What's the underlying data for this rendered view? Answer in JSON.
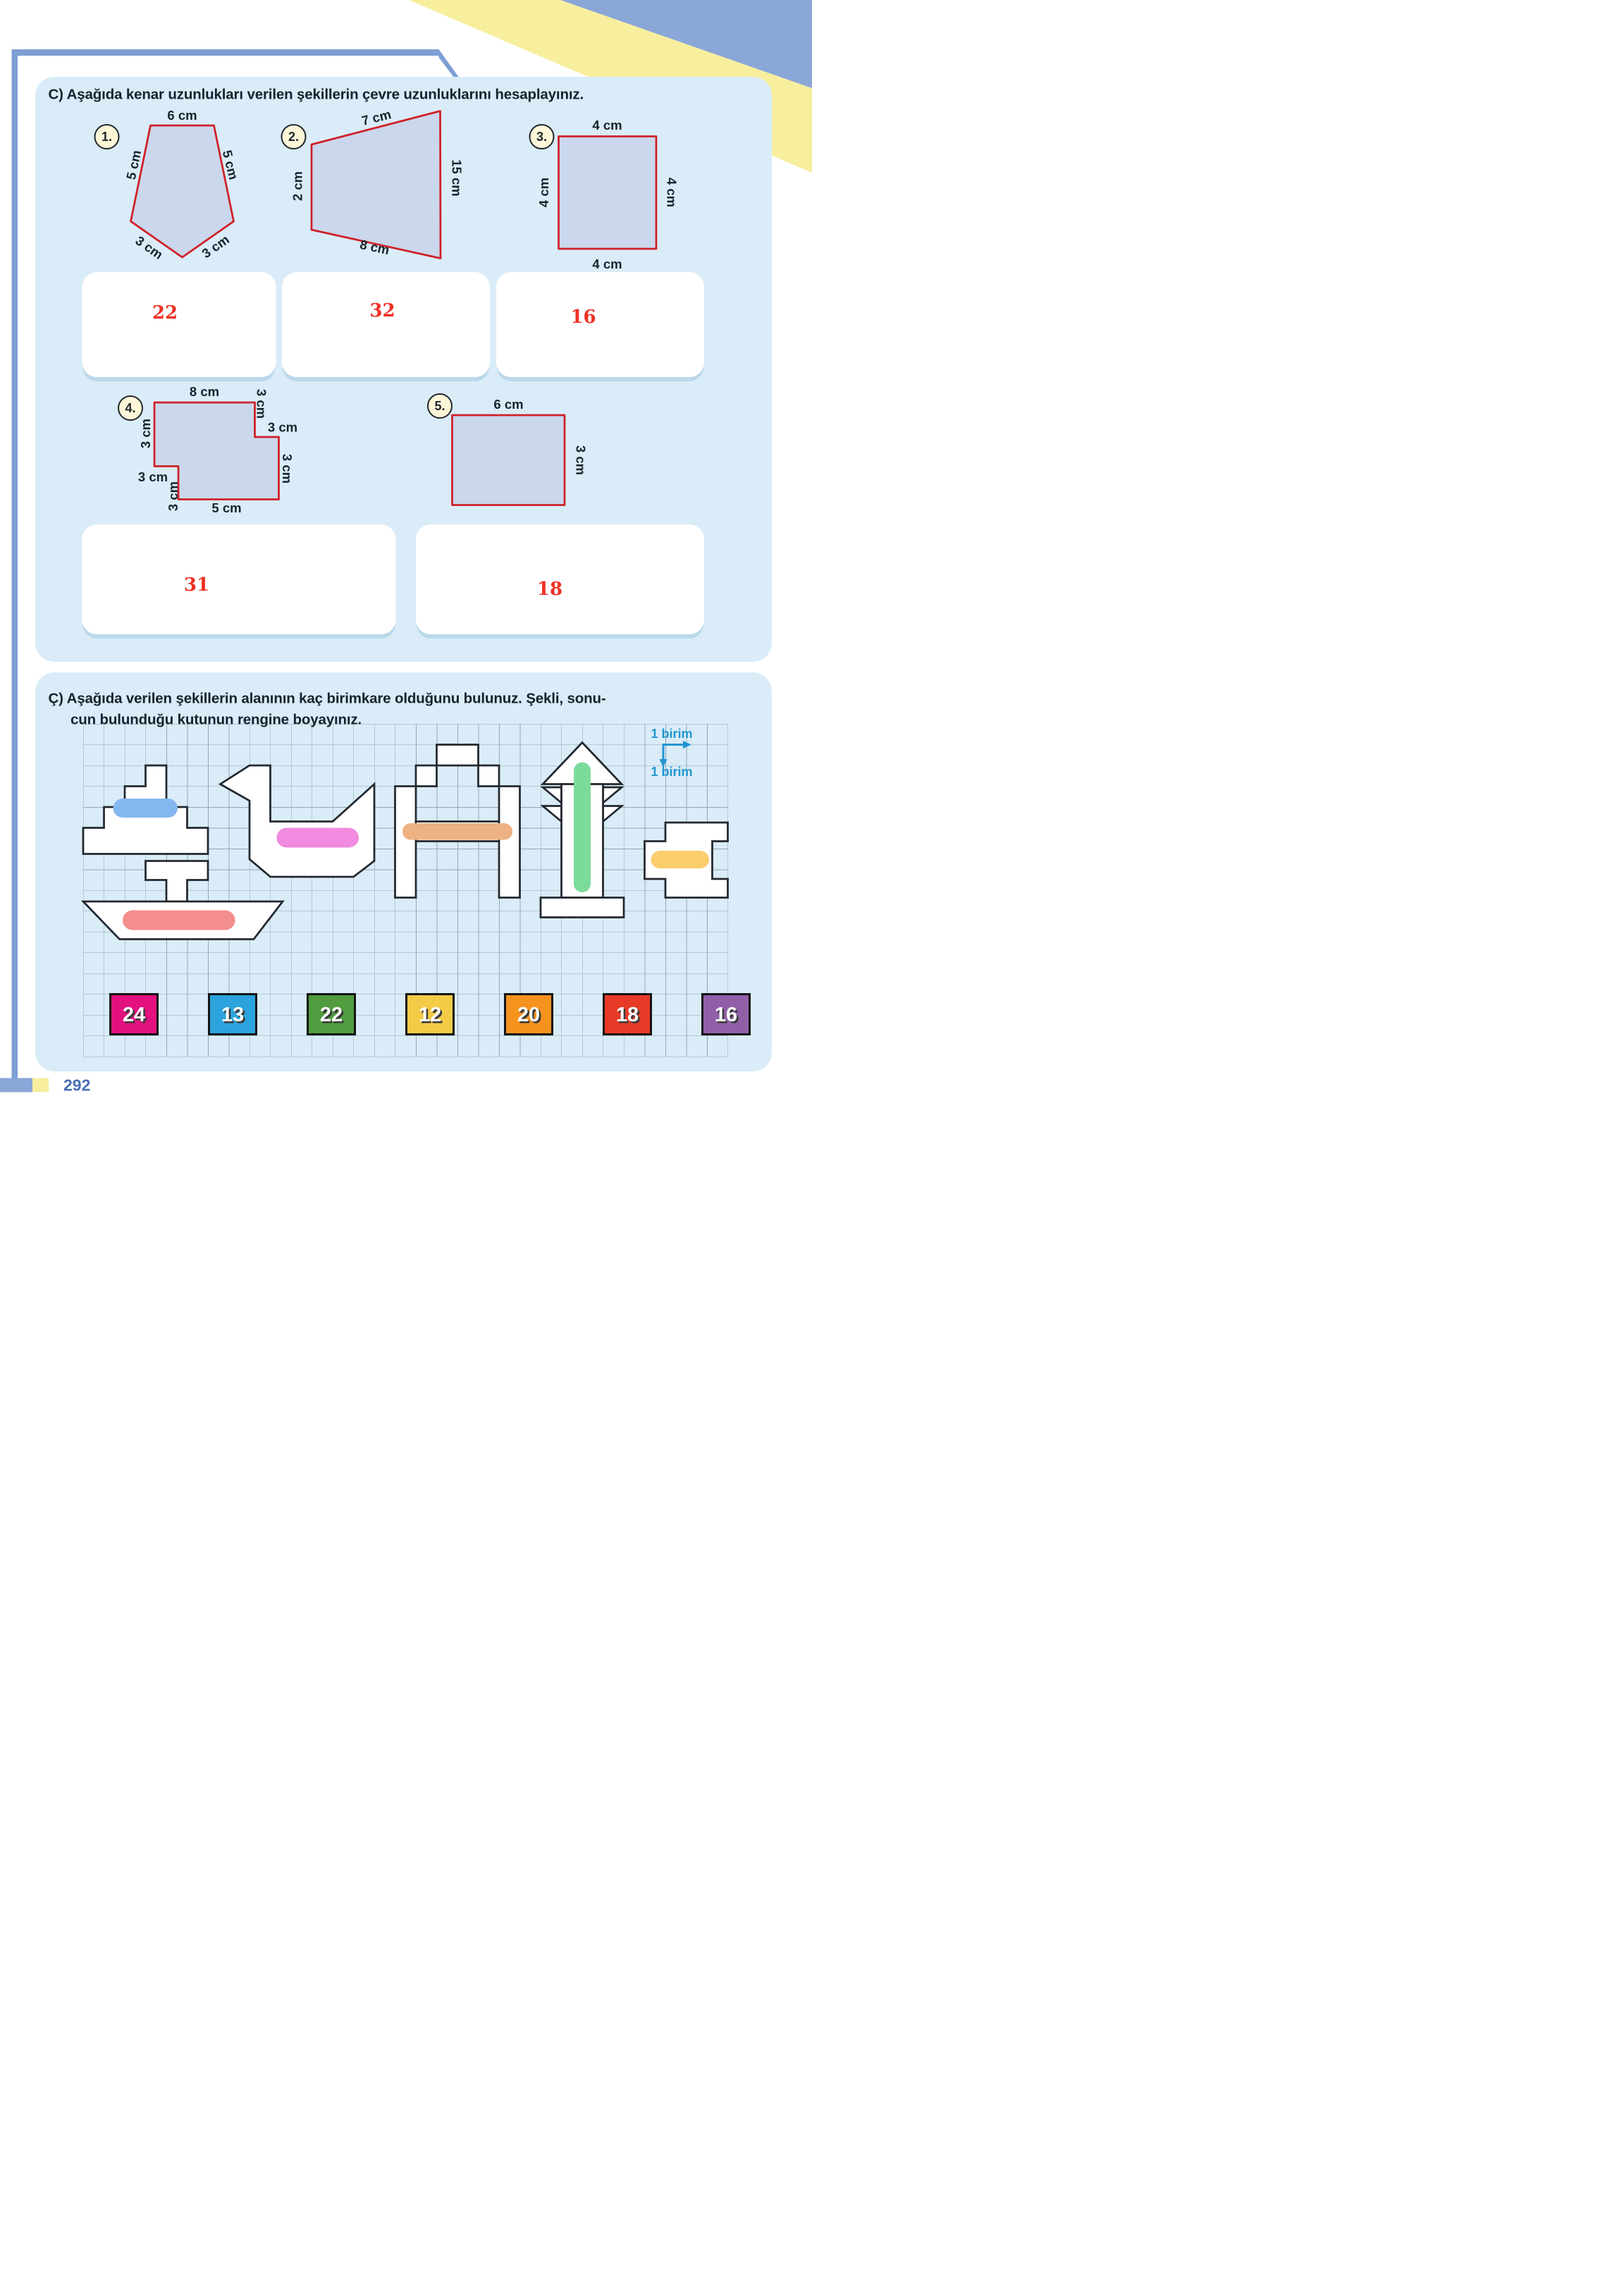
{
  "page_number": "292",
  "section_c": {
    "heading": "C) Aşağıda kenar uzunlukları verilen şekillerin çevre uzunluklarını hesaplayınız.",
    "shape_fill": "#cbd7ec",
    "shape_stroke": "#d02027",
    "answer_color": "#ee3124",
    "problems": [
      {
        "number": "1.",
        "shape": "pentagon",
        "labels": [
          "6 cm",
          "5 cm",
          "5 cm",
          "3 cm",
          "3 cm"
        ],
        "answer": "22"
      },
      {
        "number": "2.",
        "shape": "trapezoid",
        "labels": [
          "7 cm",
          "2 cm",
          "15 cm",
          "8 cm"
        ],
        "answer": "32"
      },
      {
        "number": "3.",
        "shape": "square",
        "labels": [
          "4 cm",
          "4 cm",
          "4 cm",
          "4 cm"
        ],
        "answer": "16"
      },
      {
        "number": "4.",
        "shape": "step-polygon",
        "labels": [
          "8 cm",
          "3 cm",
          "3 cm",
          "3 cm",
          "5 cm",
          "3 cm",
          "3 cm",
          "3 cm"
        ],
        "answer": "31"
      },
      {
        "number": "5.",
        "shape": "rectangle",
        "labels": [
          "6 cm",
          "3 cm"
        ],
        "answer": "18"
      }
    ]
  },
  "section_cc": {
    "heading_line1": "Ç) Aşağıda verilen şekillerin alanının kaç birimkare olduğunu bulunuz. Şekli, sonu-",
    "heading_line2": "cun bulunduğu kutunun rengine  boyayınız.",
    "unit_label_horizontal": "1 birim",
    "unit_label_vertical": "1 birim",
    "legend_color": "#2196cf",
    "grid_shapes": [
      {
        "name": "stepped-ship",
        "highlight_color": "#85b7ef"
      },
      {
        "name": "duck",
        "highlight_color": "#f08be0"
      },
      {
        "name": "sailboat",
        "highlight_color": "#f48d8d"
      },
      {
        "name": "bridge-h",
        "highlight_color": "#eeb183"
      },
      {
        "name": "tree-rocket",
        "highlight_color": "#7bdb9b"
      },
      {
        "name": "z-block",
        "highlight_color": "#fbcd6d"
      }
    ],
    "answer_boxes": [
      {
        "value": "24",
        "color": "#e2117e"
      },
      {
        "value": "13",
        "color": "#2ba3dc"
      },
      {
        "value": "22",
        "color": "#509c3e"
      },
      {
        "value": "12",
        "color": "#f3cb46"
      },
      {
        "value": "20",
        "color": "#f6921e"
      },
      {
        "value": "18",
        "color": "#e73b28"
      },
      {
        "value": "16",
        "color": "#915fa8"
      }
    ]
  }
}
